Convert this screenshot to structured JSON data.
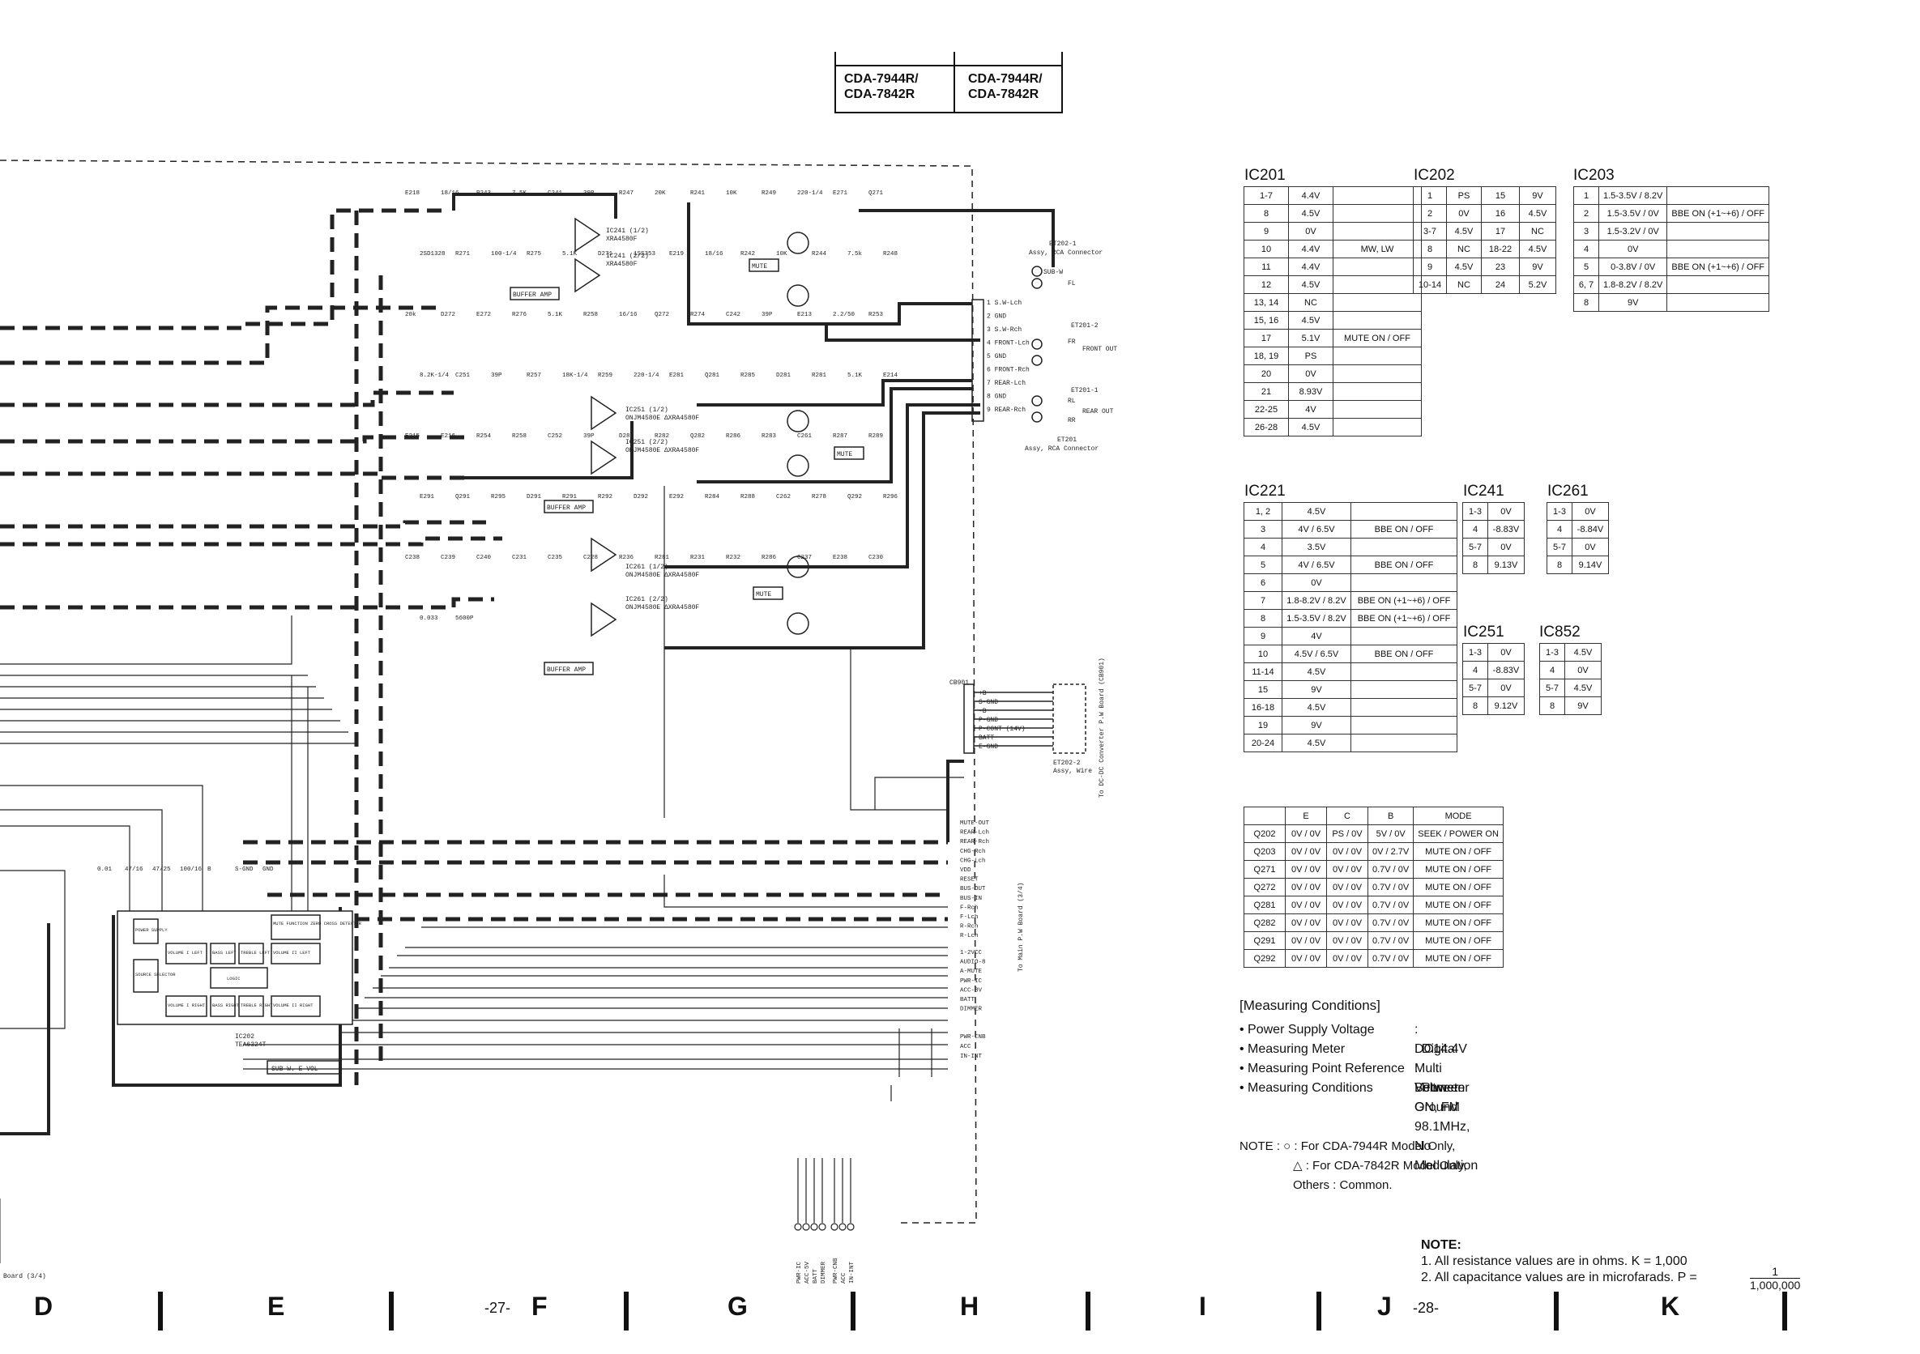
{
  "header": {
    "model_left": "CDA-7944R/\nCDA-7842R",
    "model_right": "CDA-7944R/\nCDA-7842R"
  },
  "schematic": {
    "ics": [
      {
        "ref": "IC241 (1/2)",
        "part": "XRA4580F"
      },
      {
        "ref": "IC241 (2/2)",
        "part": "XRA4580F"
      },
      {
        "ref": "IC251 (1/2)",
        "part": "ONJM4580E\nΔXRA4580F"
      },
      {
        "ref": "IC251 (2/2)",
        "part": "ONJM4580E\nΔXRA4580F"
      },
      {
        "ref": "IC261 (1/2)",
        "part": "ONJM4580E\nΔXRA4580F"
      },
      {
        "ref": "IC261 (2/2)",
        "part": "ONJM4580E\nΔXRA4580F"
      },
      {
        "ref": "IC202",
        "part": "TEA6324T"
      }
    ],
    "block_labels": [
      "BUFFER AMP",
      "BUFFER AMP",
      "BUFFER AMP",
      "MUTE",
      "MUTE",
      "MUTE",
      "SUB-W. E-VOL"
    ],
    "ic202_blocks": [
      "POWER SUPPLY",
      "SOURCE SELECTOR",
      "VOLUME I LEFT",
      "BASS LEFT",
      "TREBLE LEFT",
      "VOLUME II LEFT",
      "LOGIC",
      "VOLUME I RIGHT",
      "BASS RIGHT",
      "TREBLE RIGHT",
      "VOLUME II RIGHT",
      "MUTE FUNCTION ZERO CROSS DETECTOR"
    ],
    "connectors": [
      {
        "ref": "ET202-1",
        "desc": "Assy, RCA Connector",
        "pins": [
          "S.W-Lch",
          "GND",
          "S.W-Rch",
          "FRONT-Lch",
          "GND",
          "FRONT-Rch",
          "REAR-Lch",
          "GND",
          "REAR-Rch"
        ]
      },
      {
        "ref": "ET201-2",
        "desc": "",
        "pins": []
      },
      {
        "ref": "ET201-1",
        "desc": "",
        "pins": []
      },
      {
        "ref": "ET201",
        "desc": "Assy, RCA Connector",
        "pins": []
      },
      {
        "ref": "CB901",
        "desc": "",
        "pins": [
          "+B",
          "S-GND",
          "-B",
          "P-GND",
          "P-CONT (14V)",
          "BATT",
          "E-GND"
        ]
      },
      {
        "ref": "ET202-2",
        "desc": "Assy, Wire",
        "pins": []
      }
    ],
    "outputs_right": [
      "SUB-W",
      "FL",
      "FRONT OUT",
      "FR",
      "RL",
      "REAR OUT",
      "RR"
    ],
    "side_labels": [
      "To DC-DC Converter P.W Board (CB901)",
      "To Main P.W Board (3/4)"
    ],
    "main_signals": [
      "MUTE-OUT",
      "REAR-Lch",
      "REAR-Rch",
      "CHG-Rch",
      "CHG-Lch",
      "VDD",
      "RESET",
      "BUS-OUT",
      "BUS-IN",
      "F-Rch",
      "F-Lch",
      "R-Rch",
      "R-Lch",
      "1-2VCC",
      "AUDIO-8",
      "A-MUTE",
      "PWR-IC",
      "ACC-8V",
      "BATT",
      "DIMMER",
      "PWR-CNB",
      "ACC",
      "IN-INT"
    ],
    "bottom_pins": [
      "PWR-IC",
      "ACC-5V",
      "BATT",
      "DIMMER",
      "PWR-CNB",
      "ACC",
      "IN-INT"
    ],
    "labels": [
      "E218",
      "18/16",
      "R243",
      "7.5K",
      "C241",
      "39P",
      "R247",
      "20K",
      "R241",
      "10K",
      "R249",
      "220-1/4",
      "E271",
      "Q271",
      "2SD1328",
      "R271",
      "100-1/4",
      "R275",
      "5.1K",
      "D271",
      "1SS353",
      "E219",
      "18/16",
      "R242",
      "10K",
      "R244",
      "7.5k",
      "R248",
      "20k",
      "D272",
      "E272",
      "R276",
      "5.1K",
      "R258",
      "16/16",
      "Q272",
      "R274",
      "C242",
      "39P",
      "E213",
      "2.2/50",
      "R253",
      "8.2K-1/4",
      "C251",
      "39P",
      "R257",
      "18K-1/4",
      "R259",
      "220-1/4",
      "E281",
      "Q281",
      "R285",
      "D281",
      "R281",
      "5.1K",
      "E214",
      "E215",
      "E216",
      "R254",
      "R258",
      "C252",
      "39P",
      "D282",
      "R282",
      "Q282",
      "R286",
      "R283",
      "C261",
      "R287",
      "R289",
      "E291",
      "Q291",
      "R295",
      "D291",
      "R291",
      "R292",
      "D292",
      "E292",
      "R284",
      "R288",
      "C262",
      "R278",
      "Q292",
      "R296",
      "C238",
      "C239",
      "C240",
      "C231",
      "C235",
      "C228",
      "R236",
      "R281",
      "R231",
      "R232",
      "R286",
      "C237",
      "E238",
      "C230",
      "0.033",
      "5600P",
      "0.01",
      "47/16",
      "47/25",
      "100/16",
      "B",
      "S-GND",
      "GND"
    ],
    "page_bottom_left": "Board (3/4)"
  },
  "ic201": {
    "title": "IC201",
    "rows": [
      [
        "1-7",
        "4.4V",
        ""
      ],
      [
        "8",
        "4.5V",
        ""
      ],
      [
        "9",
        "0V",
        ""
      ],
      [
        "10",
        "4.4V",
        "MW, LW"
      ],
      [
        "11",
        "4.4V",
        ""
      ],
      [
        "12",
        "4.5V",
        ""
      ],
      [
        "13, 14",
        "NC",
        ""
      ],
      [
        "15, 16",
        "4.5V",
        ""
      ],
      [
        "17",
        "5.1V",
        "MUTE ON / OFF"
      ],
      [
        "18, 19",
        "PS",
        ""
      ],
      [
        "20",
        "0V",
        ""
      ],
      [
        "21",
        "8.93V",
        ""
      ],
      [
        "22-25",
        "4V",
        ""
      ],
      [
        "26-28",
        "4.5V",
        ""
      ]
    ]
  },
  "ic202": {
    "title": "IC202",
    "rows": [
      [
        "1",
        "PS",
        "15",
        "9V"
      ],
      [
        "2",
        "0V",
        "16",
        "4.5V"
      ],
      [
        "3-7",
        "4.5V",
        "17",
        "NC"
      ],
      [
        "8",
        "NC",
        "18-22",
        "4.5V"
      ],
      [
        "9",
        "4.5V",
        "23",
        "9V"
      ],
      [
        "10-14",
        "NC",
        "24",
        "5.2V"
      ]
    ]
  },
  "ic203": {
    "title": "IC203",
    "rows": [
      [
        "1",
        "1.5-3.5V / 8.2V",
        ""
      ],
      [
        "2",
        "1.5-3.5V / 0V",
        "BBE ON (+1~+6) / OFF"
      ],
      [
        "3",
        "1.5-3.2V / 0V",
        ""
      ],
      [
        "4",
        "0V",
        ""
      ],
      [
        "5",
        "0-3.8V / 0V",
        "BBE ON (+1~+6) / OFF"
      ],
      [
        "6, 7",
        "1.8-8.2V / 8.2V",
        ""
      ],
      [
        "8",
        "9V",
        ""
      ]
    ]
  },
  "ic221": {
    "title": "IC221",
    "rows": [
      [
        "1, 2",
        "4.5V",
        ""
      ],
      [
        "3",
        "4V / 6.5V",
        "BBE ON / OFF"
      ],
      [
        "4",
        "3.5V",
        ""
      ],
      [
        "5",
        "4V / 6.5V",
        "BBE ON / OFF"
      ],
      [
        "6",
        "0V",
        ""
      ],
      [
        "7",
        "1.8-8.2V / 8.2V",
        "BBE ON (+1~+6) / OFF"
      ],
      [
        "8",
        "1.5-3.5V / 8.2V",
        "BBE ON (+1~+6) / OFF"
      ],
      [
        "9",
        "4V",
        ""
      ],
      [
        "10",
        "4.5V / 6.5V",
        "BBE ON / OFF"
      ],
      [
        "11-14",
        "4.5V",
        ""
      ],
      [
        "15",
        "9V",
        ""
      ],
      [
        "16-18",
        "4.5V",
        ""
      ],
      [
        "19",
        "9V",
        ""
      ],
      [
        "20-24",
        "4.5V",
        ""
      ]
    ]
  },
  "ic241": {
    "title": "IC241",
    "rows": [
      [
        "1-3",
        "0V"
      ],
      [
        "4",
        "-8.83V"
      ],
      [
        "5-7",
        "0V"
      ],
      [
        "8",
        "9.13V"
      ]
    ]
  },
  "ic261": {
    "title": "IC261",
    "rows": [
      [
        "1-3",
        "0V"
      ],
      [
        "4",
        "-8.84V"
      ],
      [
        "5-7",
        "0V"
      ],
      [
        "8",
        "9.14V"
      ]
    ]
  },
  "ic251": {
    "title": "IC251",
    "rows": [
      [
        "1-3",
        "0V"
      ],
      [
        "4",
        "-8.83V"
      ],
      [
        "5-7",
        "0V"
      ],
      [
        "8",
        "9.12V"
      ]
    ]
  },
  "ic852": {
    "title": "IC852",
    "rows": [
      [
        "1-3",
        "4.5V"
      ],
      [
        "4",
        "0V"
      ],
      [
        "5-7",
        "4.5V"
      ],
      [
        "8",
        "9V"
      ]
    ]
  },
  "transistors": {
    "headers": [
      "",
      "E",
      "C",
      "B",
      "MODE"
    ],
    "rows": [
      [
        "Q202",
        "0V / 0V",
        "PS / 0V",
        "5V / 0V",
        "SEEK / POWER ON"
      ],
      [
        "Q203",
        "0V / 0V",
        "0V / 0V",
        "0V / 2.7V",
        "MUTE ON / OFF"
      ],
      [
        "Q271",
        "0V / 0V",
        "0V / 0V",
        "0.7V / 0V",
        "MUTE ON / OFF"
      ],
      [
        "Q272",
        "0V / 0V",
        "0V / 0V",
        "0.7V / 0V",
        "MUTE ON / OFF"
      ],
      [
        "Q281",
        "0V / 0V",
        "0V / 0V",
        "0.7V / 0V",
        "MUTE ON / OFF"
      ],
      [
        "Q282",
        "0V / 0V",
        "0V / 0V",
        "0.7V / 0V",
        "MUTE ON / OFF"
      ],
      [
        "Q291",
        "0V / 0V",
        "0V / 0V",
        "0.7V / 0V",
        "MUTE ON / OFF"
      ],
      [
        "Q292",
        "0V / 0V",
        "0V / 0V",
        "0.7V / 0V",
        "MUTE ON / OFF"
      ]
    ]
  },
  "measuring": {
    "title": "[Measuring Conditions]",
    "items": [
      [
        "• Power Supply Voltage",
        ": DC14.4V"
      ],
      [
        "• Measuring Meter",
        ": Digital Multi Voltmeter"
      ],
      [
        "• Measuring Point Reference",
        ": Between Ground"
      ],
      [
        "• Measuring Conditions",
        ": Power ON, FM  98.1MHz, No Modulation"
      ]
    ]
  },
  "note_models": {
    "line1": "NOTE  :  ○ : For CDA-7944R Model Only,",
    "line2": "△ : For CDA-7842R Model Only,",
    "line3": "Others : Common."
  },
  "note_values": {
    "title": "NOTE:",
    "line1": "1.  All resistance values are in ohms.  K = 1,000",
    "line2": "2.  All capacitance values are in microfarads.  P =",
    "frac_num": "1",
    "frac_den": "1,000,000"
  },
  "footer": {
    "letters": [
      "D",
      "E",
      "F",
      "G",
      "H",
      "I",
      "J",
      "K"
    ],
    "pages": [
      "-27-",
      "-28-"
    ]
  }
}
